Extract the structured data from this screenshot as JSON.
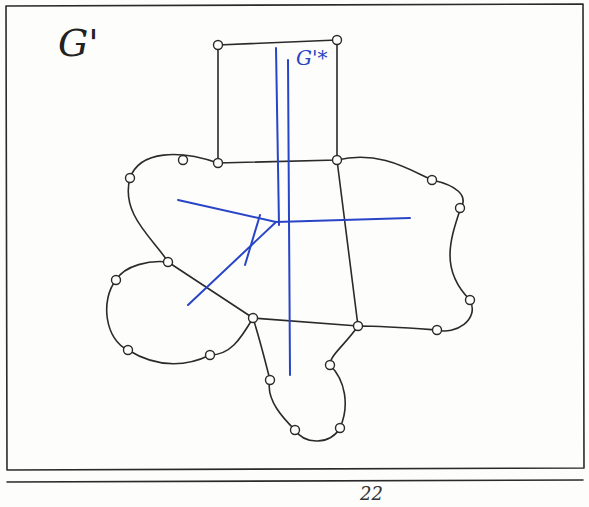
{
  "diagram": {
    "labels": [
      "G'",
      "G'*",
      "22"
    ]
  }
}
